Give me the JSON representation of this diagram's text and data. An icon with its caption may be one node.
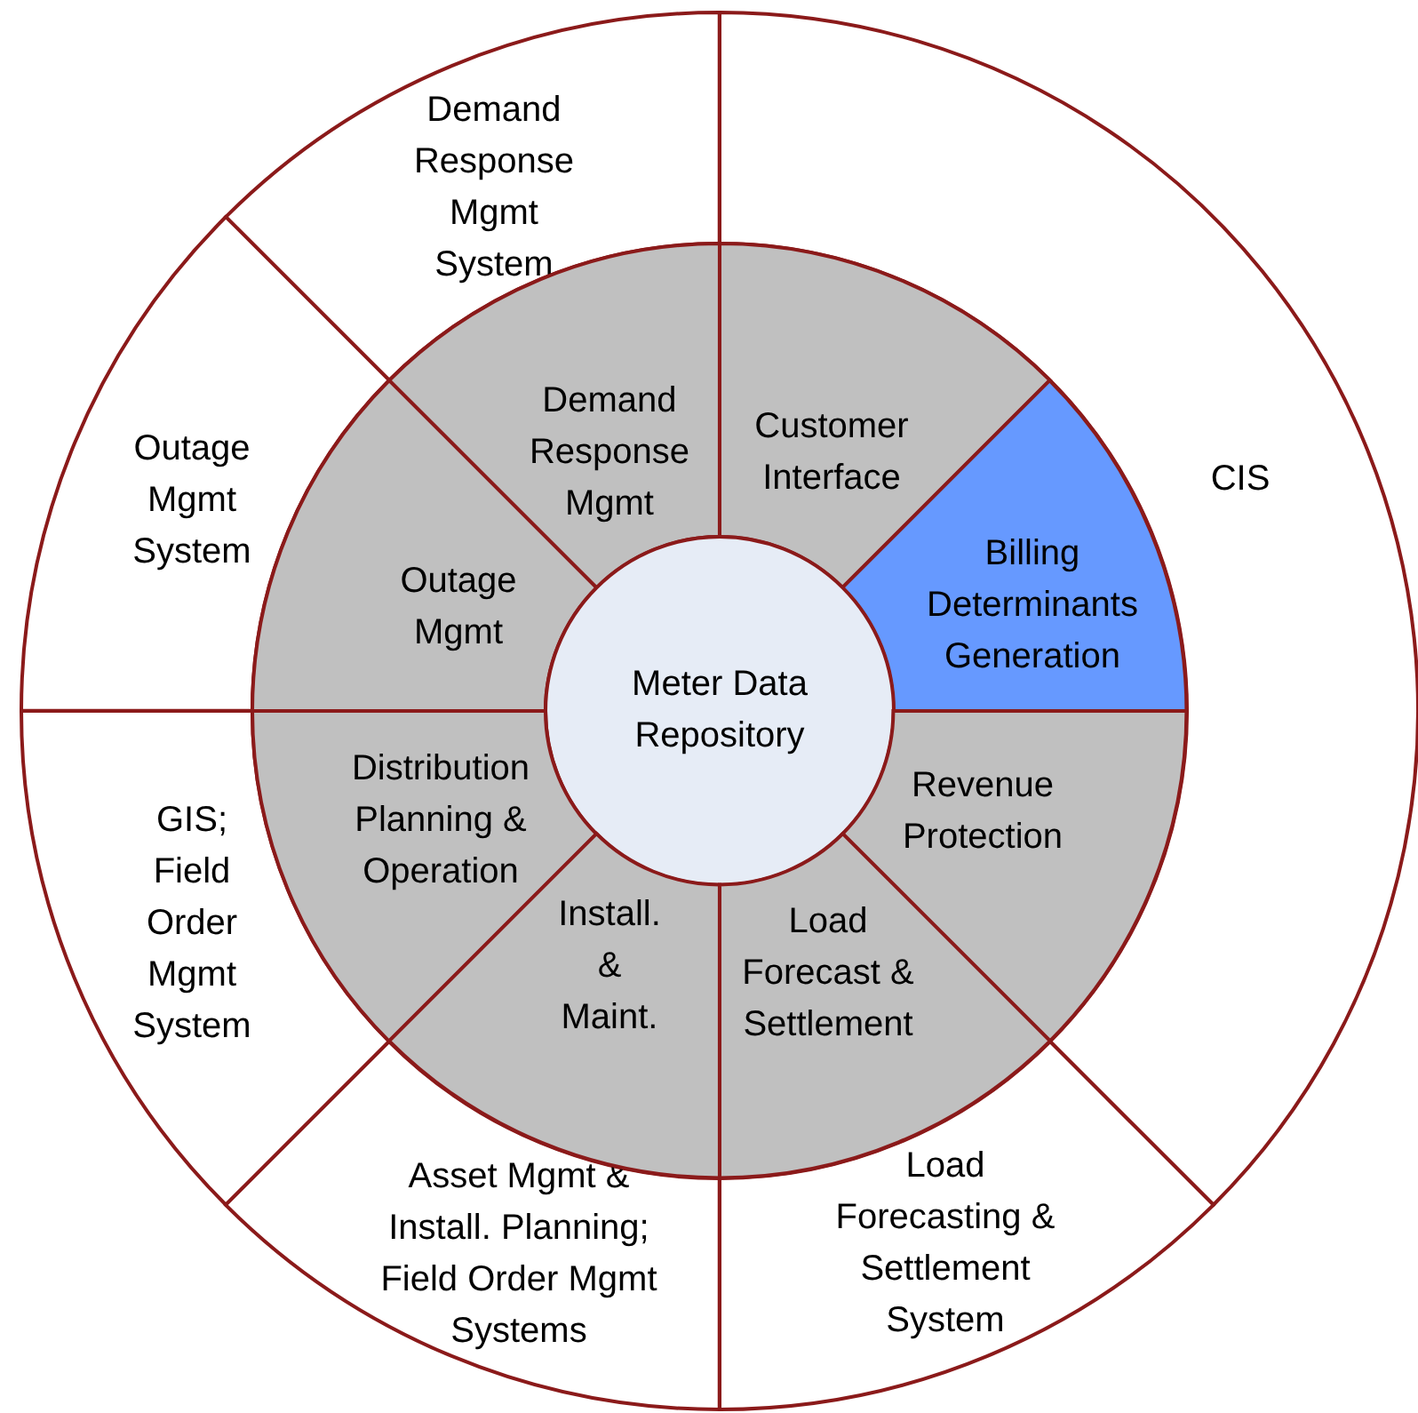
{
  "diagram": {
    "nodes": [
      {
        "text": [
          "Demand Response Mgmt System"
        ]
      },
      {
        "text": [
          "CIS"
        ]
      },
      {
        "text": [
          "Outage Mgmt System"
        ]
      },
      {
        "text": [
          "GIS; Field Order Mgmt System"
        ]
      },
      {
        "text": [
          "Asset Mgmt & Install. Planning; Field Order Mgmt Systems"
        ]
      },
      {
        "text": [
          "Load Forecasting & Settlement System"
        ]
      },
      {
        "text": [
          "Demand Response Mgmt"
        ]
      },
      {
        "text": [
          "Customer Interface"
        ]
      },
      {
        "text": [
          "Outage Mgmt"
        ]
      },
      {
        "text": [
          "Billing Determinants Generation"
        ]
      },
      {
        "text": [
          "Meter Data Repository"
        ]
      },
      {
        "text": [
          "Distribution Planning & Operation"
        ]
      },
      {
        "text": [
          "Revenue Protection"
        ]
      },
      {
        "text": [
          "Install. & Maint."
        ]
      },
      {
        "text": [
          "Load Forecast & Settlement"
        ]
      }
    ]
  }
}
